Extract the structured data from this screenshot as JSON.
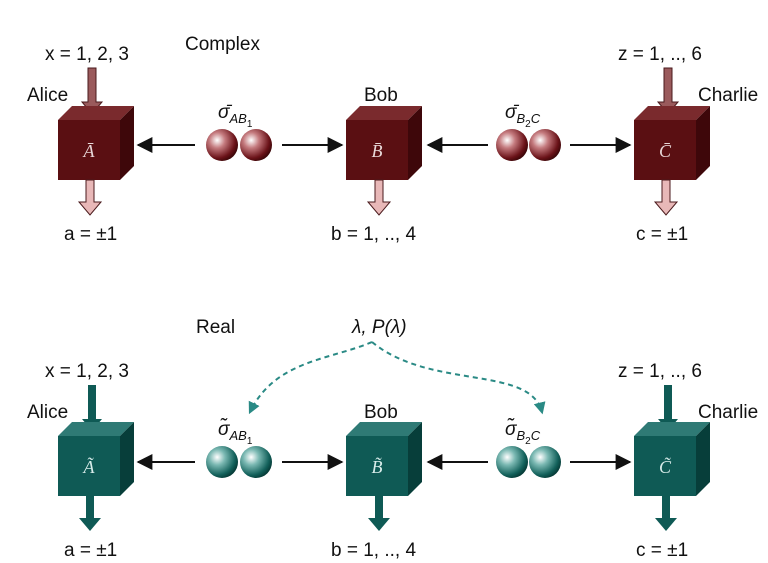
{
  "complex": {
    "title": "Complex",
    "alice": {
      "name": "Alice",
      "input": "x = 1, 2, 3",
      "output": "a = ±1",
      "box_label": "Ā"
    },
    "bob": {
      "name": "Bob",
      "output": "b = 1, .., 4",
      "box_label": "B̄"
    },
    "charlie": {
      "name": "Charlie",
      "input": "z = 1, .., 6",
      "output": "c = ±1",
      "box_label": "C̄"
    },
    "source_ab": {
      "symbol": "σ̄",
      "subscript": "AB",
      "subsub": "1"
    },
    "source_bc": {
      "symbol": "σ̄",
      "subscript": "B",
      "subsub": "2",
      "subscript_tail": "C"
    }
  },
  "real": {
    "title": "Real",
    "hidden_variable": "λ, P(λ)",
    "alice": {
      "name": "Alice",
      "input": "x = 1, 2, 3",
      "output": "a = ±1",
      "box_label": "Ã"
    },
    "bob": {
      "name": "Bob",
      "output": "b = 1, .., 4",
      "box_label": "B̃"
    },
    "charlie": {
      "name": "Charlie",
      "input": "z = 1, .., 6",
      "output": "c = ±1",
      "box_label": "C̃"
    },
    "source_ab": {
      "symbol": "σ̃",
      "subscript": "AB",
      "subsub": "1"
    },
    "source_bc": {
      "symbol": "σ̃",
      "subscript": "B",
      "subsub": "2",
      "subscript_tail": "C"
    }
  },
  "colors": {
    "complex_front": "#5a0f12",
    "complex_top": "#7a2a2d",
    "complex_side": "#3e070a",
    "complex_arrow_in": "#9a5a5c",
    "complex_arrow_out": "#e8b8b8",
    "real_front": "#0f5a55",
    "real_top": "#2f7a75",
    "real_side": "#073e3a",
    "real_arrow": "#0f5a55",
    "dashed": "#2a8a85"
  }
}
